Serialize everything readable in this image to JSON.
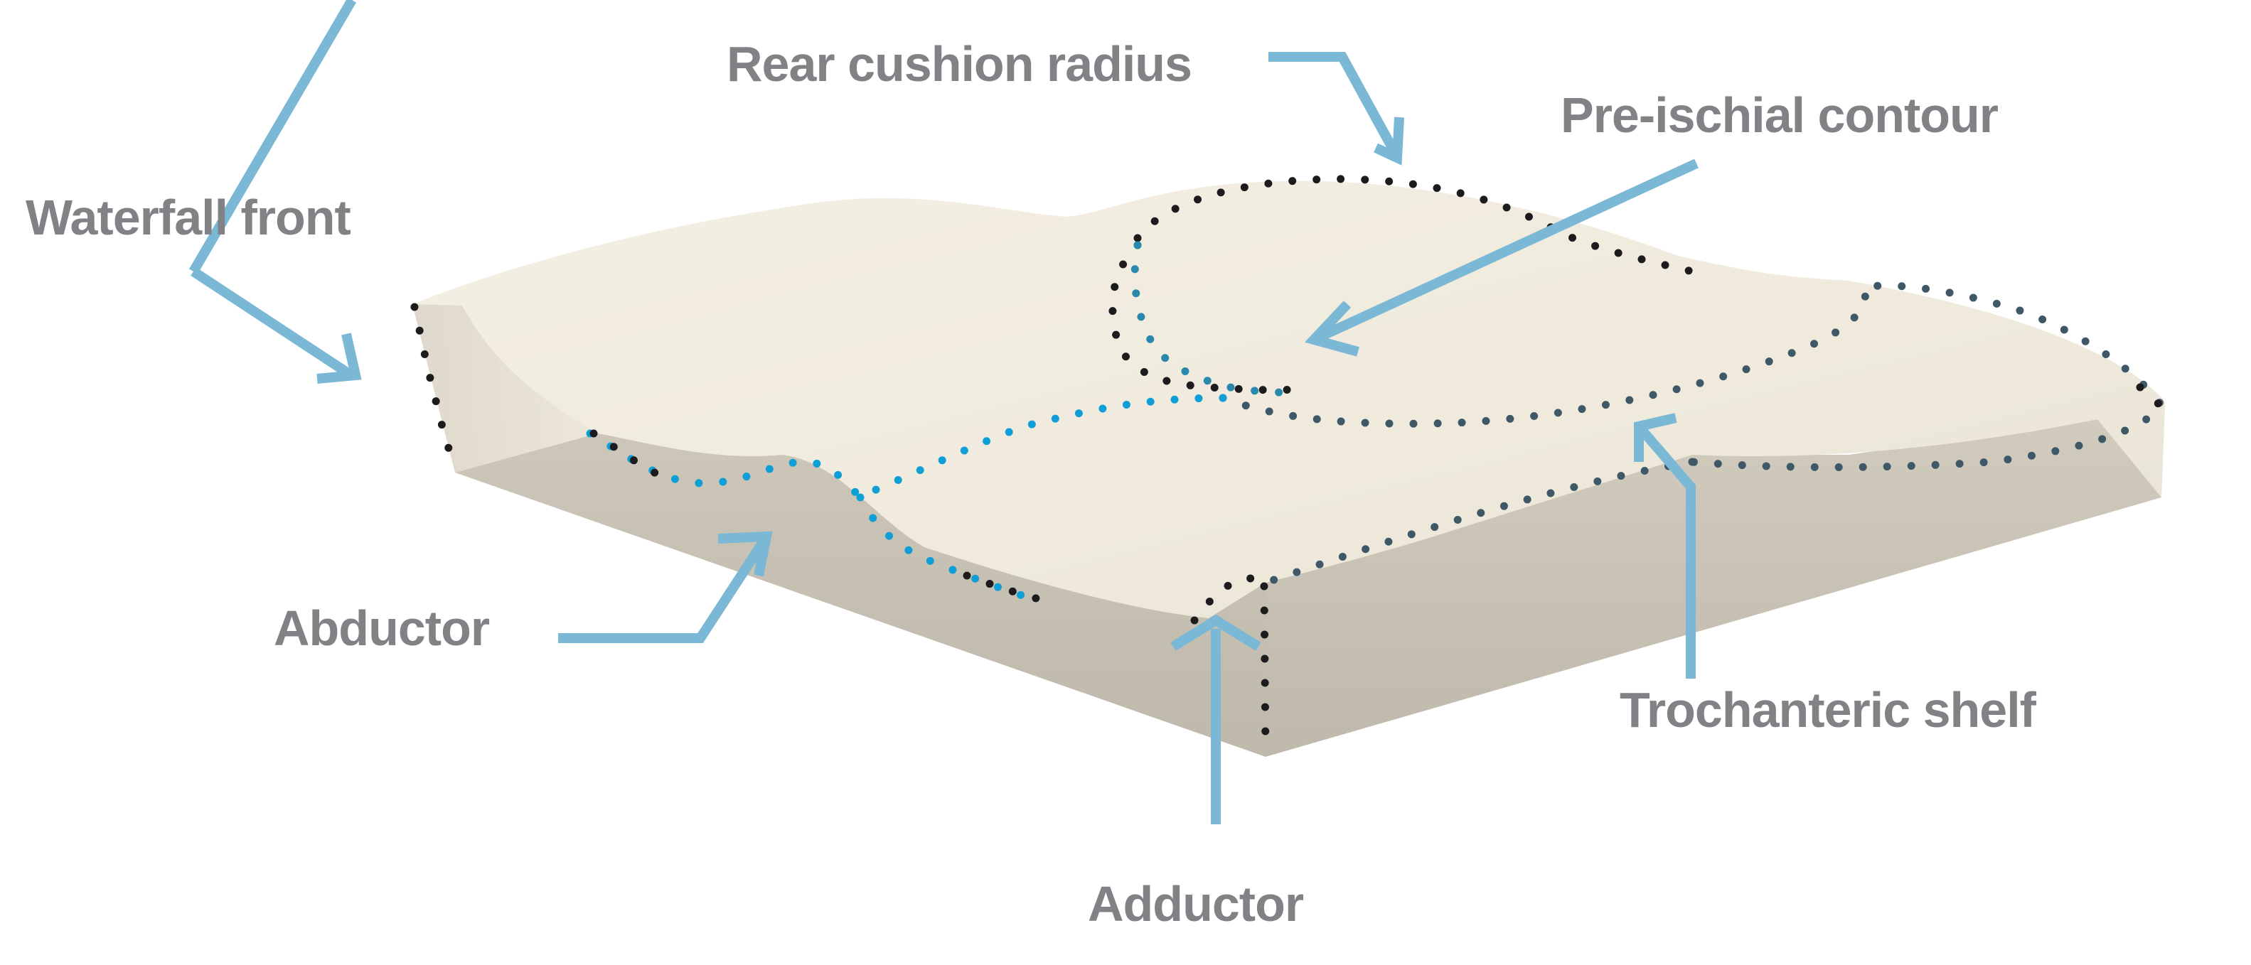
{
  "diagram": {
    "subject": "Contoured seat cushion",
    "colors": {
      "label_text": "#818286",
      "arrow": "#7bb8d6",
      "cushion_top": "#f1ede0",
      "cushion_side": "#c9c3b6",
      "dots_dark": "#1c1c1e",
      "dots_blue": "#0f9fd6",
      "background": "#ffffff"
    },
    "labels": {
      "rear_cushion_radius": "Rear cushion radius",
      "pre_ischial_contour": "Pre-ischial contour",
      "waterfall_front": "Waterfall front",
      "abductor": "Abductor",
      "trochanteric_shelf": "Trochanteric shelf",
      "adductor": "Adductor"
    }
  }
}
